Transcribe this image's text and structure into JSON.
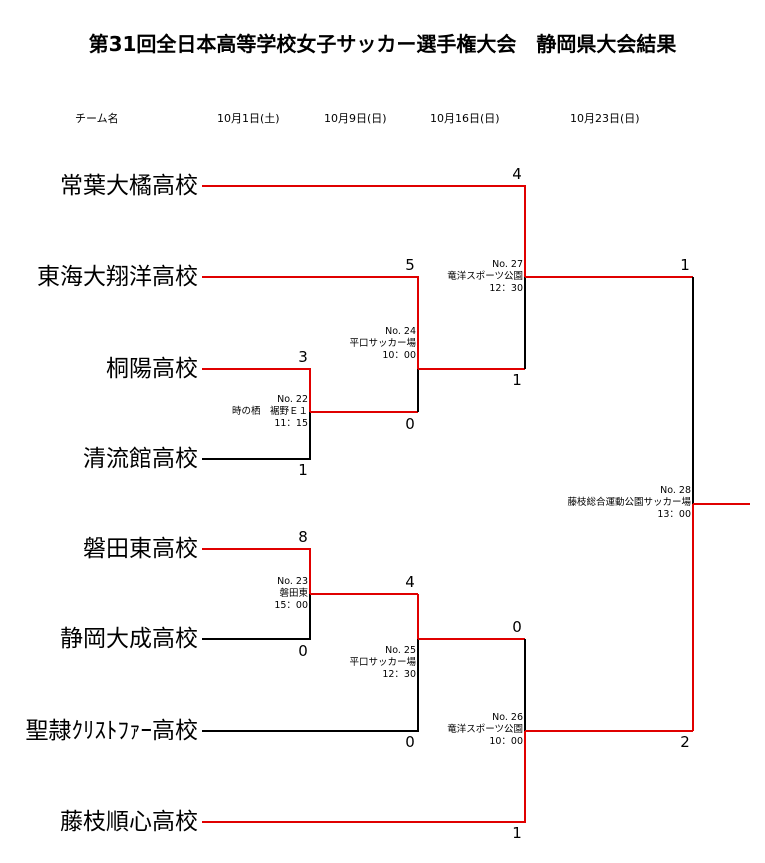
{
  "title": "第31回全日本高等学校女子サッカー選手権大会　静岡県大会結果",
  "headers": {
    "team": "チーム名",
    "round1": "10月1日(土)",
    "round2": "10月9日(日)",
    "round3": "10月16日(日)",
    "final": "10月23日(日)"
  },
  "teams": [
    "常葉大橘高校",
    "東海大翔洋高校",
    "桐陽高校",
    "清流館高校",
    "磐田東高校",
    "静岡大成高校",
    "聖隷ｸﾘｽﾄﾌｧｰ高校",
    "藤枝順心高校"
  ],
  "matches": {
    "m22": {
      "no": "No. 22",
      "venue": "時の栖　裾野Ｅ１",
      "time": "11：15",
      "score_top": "3",
      "score_bottom": "1"
    },
    "m23": {
      "no": "No. 23",
      "venue": "磐田東",
      "time": "15：00",
      "score_top": "8",
      "score_bottom": "0"
    },
    "m24": {
      "no": "No. 24",
      "venue": "平口サッカー場",
      "time": "10：00",
      "score_top": "5",
      "score_bottom": "0"
    },
    "m25": {
      "no": "No. 25",
      "venue": "平口サッカー場",
      "time": "12：30",
      "score_top": "4",
      "score_bottom": "0"
    },
    "m27": {
      "no": "No. 27",
      "venue": "竜洋スポーツ公園",
      "time": "12：30",
      "score_top": "4",
      "score_bottom": "1"
    },
    "m26": {
      "no": "No. 26",
      "venue": "竜洋スポーツ公園",
      "time": "10：00",
      "score_top": "0",
      "score_bottom": "1"
    },
    "m28": {
      "no": "No. 28",
      "venue": "藤枝総合運動公園サッカー場",
      "time": "13：00",
      "score_top": "1",
      "score_bottom": "2"
    }
  },
  "colors": {
    "winner_line": "#e00000",
    "loser_line": "#000000",
    "highlight_text": "#e00000"
  }
}
